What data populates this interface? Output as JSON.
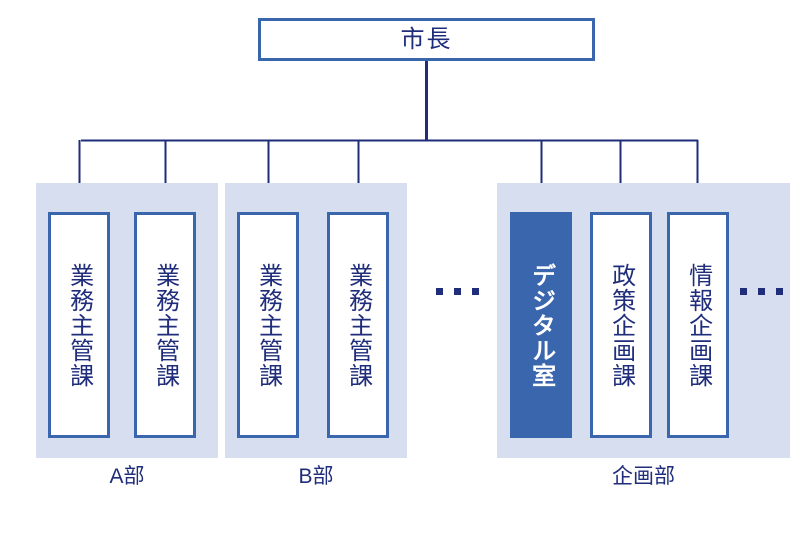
{
  "diagram": {
    "title_text": "",
    "colors": {
      "box_border": "#3A66AD",
      "box_fill": "#FFFFFF",
      "highlight_fill": "#3A66AD",
      "highlight_text": "#FFFFFF",
      "panel_fill": "#D6DEF0",
      "text": "#1F2D7B",
      "connector": "#1F2D7B",
      "background": "#FFFFFF"
    },
    "root": {
      "label": "市長"
    },
    "groups": [
      {
        "label": "A部",
        "units": [
          {
            "label": "業務主管課",
            "highlighted": false
          },
          {
            "label": "業務主管課",
            "highlighted": false
          }
        ],
        "trailing_ellipsis": false
      },
      {
        "label": "B部",
        "units": [
          {
            "label": "業務主管課",
            "highlighted": false
          },
          {
            "label": "業務主管課",
            "highlighted": false
          }
        ],
        "trailing_ellipsis": false
      },
      {
        "label": "企画部",
        "units": [
          {
            "label": "デジタル室",
            "highlighted": true
          },
          {
            "label": "政策企画課",
            "highlighted": false
          },
          {
            "label": "情報企画課",
            "highlighted": false
          }
        ],
        "trailing_ellipsis": true
      }
    ],
    "between_groups_ellipsis": {
      "label": "...",
      "after_group": "B部"
    }
  }
}
